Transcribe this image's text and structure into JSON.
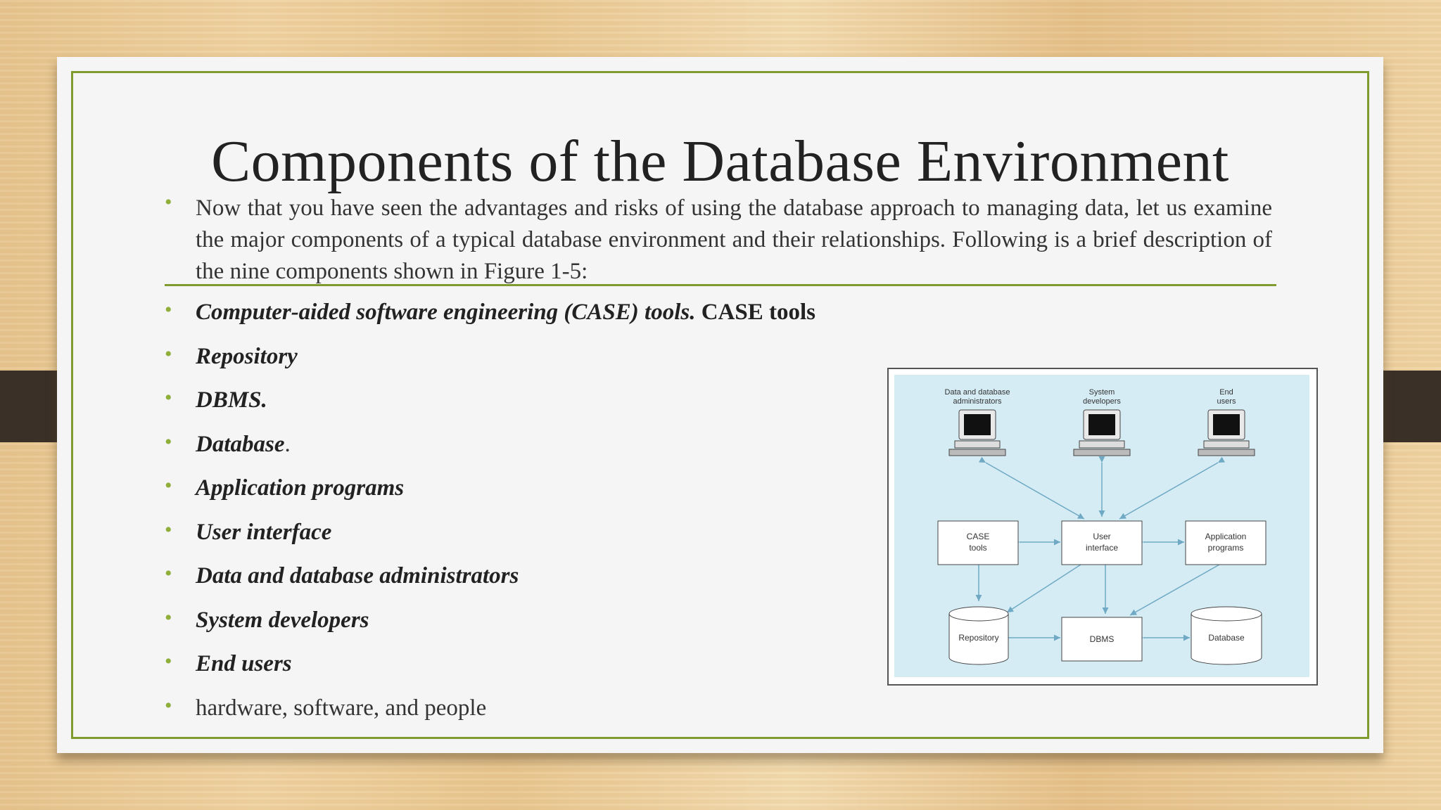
{
  "slide": {
    "title": "Components of the Database Environment",
    "intro": "Now that you have seen the advantages and risks of using the database approach to managing data, let us examine the major components of a typical database environment and their relationships. Following is a brief description of the nine components shown in Figure 1-5:"
  },
  "items": [
    {
      "emphasis": "Computer-aided software engineering (CASE) tools.",
      "tail": " CASE tools",
      "plain": ""
    },
    {
      "emphasis": "Repository",
      "tail": "",
      "plain": ""
    },
    {
      "emphasis": "DBMS.",
      "tail": "",
      "plain": ""
    },
    {
      "emphasis": "Database",
      "tail": "",
      "plain": "."
    },
    {
      "emphasis": "Application programs",
      "tail": "",
      "plain": ""
    },
    {
      "emphasis": "User interface",
      "tail": "",
      "plain": ""
    },
    {
      "emphasis": "Data and database administrators",
      "tail": "",
      "plain": ""
    },
    {
      "emphasis": "System developers",
      "tail": "",
      "plain": ""
    },
    {
      "emphasis": "End users",
      "tail": "",
      "plain": ""
    },
    {
      "emphasis": "",
      "tail": "",
      "plain": "hardware, software, and people"
    }
  ],
  "figure": {
    "users": [
      {
        "line1": "Data and database",
        "line2": "administrators"
      },
      {
        "line1": "System",
        "line2": "developers"
      },
      {
        "line1": "End",
        "line2": "users"
      }
    ],
    "boxes": {
      "case": {
        "line1": "CASE",
        "line2": "tools"
      },
      "ui": {
        "line1": "User",
        "line2": "interface"
      },
      "apps": {
        "line1": "Application",
        "line2": "programs"
      },
      "dbms": "DBMS",
      "repository": "Repository",
      "database": "Database"
    },
    "colors": {
      "background": "#d5ecf5",
      "arrow": "#6fa9c4"
    }
  }
}
